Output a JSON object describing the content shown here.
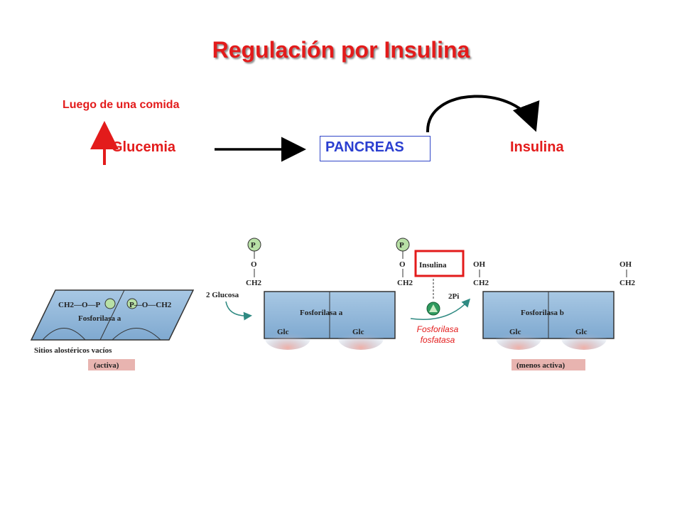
{
  "title": "Regulación por Insulina",
  "top_flow": {
    "after_meal": "Luego de una comida",
    "glucemia": "Glucemia",
    "pancreas": "PANCREAS",
    "insulina": "Insulina"
  },
  "figure": {
    "ch2_o_p_left": "CH2—O—P",
    "p_o_ch2_right": "P—O—CH2",
    "p_symbol": "P",
    "o_symbol": "O",
    "ch2": "CH2",
    "oh": "OH",
    "fosforilasa_a": "Fosforilasa a",
    "fosforilasa_b": "Fosforilasa b",
    "dos_glucosa": "2 Glucosa",
    "sitios": "Sitios alostéricos vacíos",
    "activa": "(activa)",
    "menos_activa": "(menos activa)",
    "glc": "Glc",
    "insulina_box": "Insulina",
    "dos_pi": "2Pi",
    "fosforilasa_fosfatasa_1": "Fosforilasa",
    "fosforilasa_fosfatasa_2": "fosfatasa"
  },
  "colors": {
    "title": "#e31b1b",
    "pancreas": "#2b3fd0",
    "enzyme_fill": "#8fb6d8",
    "glc_pink": "#e6a6a0",
    "label_pink": "#e8b4b0",
    "phosphate": "#b8e0a6"
  }
}
